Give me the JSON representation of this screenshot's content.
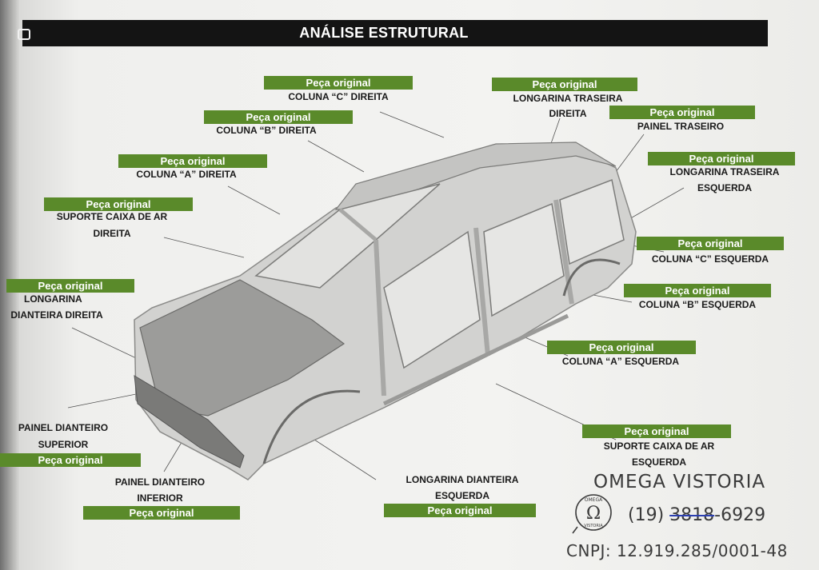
{
  "header": {
    "title": "ANÁLISE ESTRUTURAL"
  },
  "badge_text": "Peça original",
  "parts": {
    "coluna_c_direita": "COLUNA “C” DIREITA",
    "coluna_b_direita": "COLUNA “B” DIREITA",
    "coluna_a_direita": "COLUNA “A” DIREITA",
    "suporte_dir_1": "SUPORTE CAIXA DE AR",
    "suporte_dir_2": "DIREITA",
    "long_dianteira_dir_1": "LONGARINA",
    "long_dianteira_dir_2": "DIANTEIRA DIREITA",
    "painel_sup_1": "PAINEL DIANTEIRO",
    "painel_sup_2": "SUPERIOR",
    "painel_inf_1": "PAINEL DIANTEIRO",
    "painel_inf_2": "INFERIOR",
    "long_dianteira_esq_1": "LONGARINA DIANTEIRA",
    "long_dianteira_esq_2": "ESQUERDA",
    "long_traseira_dir_1": "LONGARINA TRASEIRA",
    "long_traseira_dir_2": "DIREITA",
    "painel_traseiro": "PAINEL TRASEIRO",
    "long_traseira_esq_1": "LONGARINA TRASEIRA",
    "long_traseira_esq_2": "ESQUERDA",
    "coluna_c_esquerda": "COLUNA “C” ESQUERDA",
    "coluna_b_esquerda": "COLUNA “B” ESQUERDA",
    "coluna_a_esquerda": "COLUNA “A” ESQUERDA",
    "suporte_esq_1": "SUPORTE CAIXA DE AR",
    "suporte_esq_2": "ESQUERDA"
  },
  "stamp": {
    "company": "OMEGA VISTORIA",
    "logo_top": "OMEGA",
    "logo_symbol": "Ω",
    "logo_bottom": "VISTORIA",
    "phone_area": "(19)",
    "phone_struck": "3818",
    "phone_rest": "-6929",
    "cnpj": "CNPJ: 12.919.285/0001-48"
  },
  "colors": {
    "badge_green": "#5a8a2a",
    "header_black": "#141414"
  }
}
